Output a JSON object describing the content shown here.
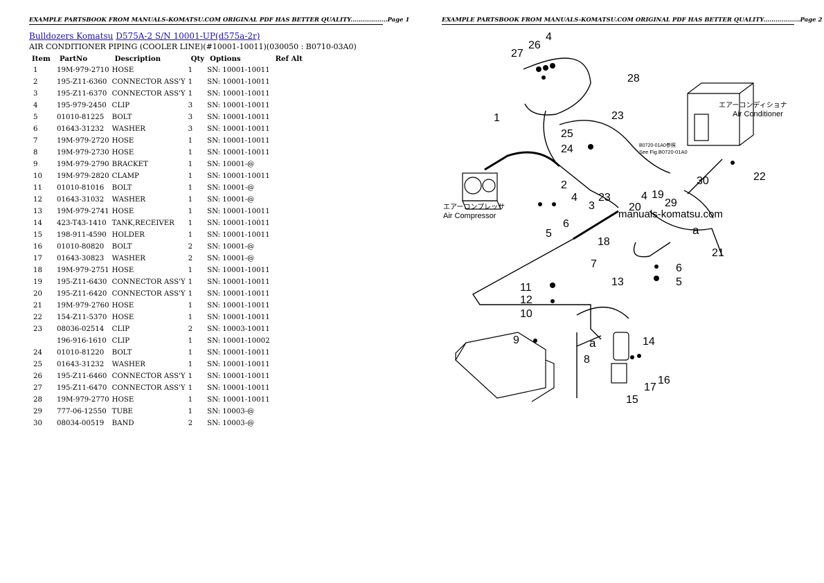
{
  "header": {
    "page1": "EXAMPLE PARTSBOOK FROM MANUALS-KOMATSU.COM ORIGINAL PDF HAS BETTER QUALITY..................Page 1",
    "page2": "EXAMPLE PARTSBOOK FROM MANUALS-KOMATSU.COM ORIGINAL PDF HAS BETTER QUALITY..................Page 2"
  },
  "breadcrumb": {
    "link1": "Bulldozers Komatsu",
    "link2": "D575A-2 S/N 10001-UP(d575a-2r)"
  },
  "subtitle": "AIR CONDITIONER PIPING (COOLER LINE)(#10001-10011)(030050 : B0710-03A0)",
  "table": {
    "headers": [
      "Item",
      "PartNo",
      "Description",
      "Qty",
      "Options",
      "Ref Alt"
    ],
    "rows": [
      [
        "1",
        "19M-979-2710",
        "HOSE",
        "1",
        "SN: 10001-10011"
      ],
      [
        "2",
        "195-Z11-6360",
        "CONNECTOR ASS'Y",
        "1",
        "SN: 10001-10011"
      ],
      [
        "3",
        "195-Z11-6370",
        "CONNECTOR ASS'Y",
        "1",
        "SN: 10001-10011"
      ],
      [
        "4",
        "195-979-2450",
        "CLIP",
        "3",
        "SN: 10001-10011"
      ],
      [
        "5",
        "01010-81225",
        "BOLT",
        "3",
        "SN: 10001-10011"
      ],
      [
        "6",
        "01643-31232",
        "WASHER",
        "3",
        "SN: 10001-10011"
      ],
      [
        "7",
        "19M-979-2720",
        "HOSE",
        "1",
        "SN: 10001-10011"
      ],
      [
        "8",
        "19M-979-2730",
        "HOSE",
        "1",
        "SN: 10001-10011"
      ],
      [
        "9",
        "19M-979-2790",
        "BRACKET",
        "1",
        "SN: 10001-@"
      ],
      [
        "10",
        "19M-979-2820",
        "CLAMP",
        "1",
        "SN: 10001-10011"
      ],
      [
        "11",
        "01010-81016",
        "BOLT",
        "1",
        "SN: 10001-@"
      ],
      [
        "12",
        "01643-31032",
        "WASHER",
        "1",
        "SN: 10001-@"
      ],
      [
        "13",
        "19M-979-2741",
        "HOSE",
        "1",
        "SN: 10001-10011"
      ],
      [
        "14",
        "423-T43-1410",
        "TANK,RECEIVER",
        "1",
        "SN: 10001-10011"
      ],
      [
        "15",
        "198-911-4590",
        "HOLDER",
        "1",
        "SN: 10001-10011"
      ],
      [
        "16",
        "01010-80820",
        "BOLT",
        "2",
        "SN: 10001-@"
      ],
      [
        "17",
        "01643-30823",
        "WASHER",
        "2",
        "SN: 10001-@"
      ],
      [
        "18",
        "19M-979-2751",
        "HOSE",
        "1",
        "SN: 10001-10011"
      ],
      [
        "19",
        "195-Z11-6430",
        "CONNECTOR ASS'Y",
        "1",
        "SN: 10001-10011"
      ],
      [
        "20",
        "195-Z11-6420",
        "CONNECTOR ASS'Y",
        "1",
        "SN: 10001-10011"
      ],
      [
        "21",
        "19M-979-2760",
        "HOSE",
        "1",
        "SN: 10001-10011"
      ],
      [
        "22",
        "154-Z11-5370",
        "HOSE",
        "1",
        "SN: 10001-10011"
      ],
      [
        "23",
        "08036-02514",
        "CLIP",
        "2",
        "SN: 10003-10011"
      ],
      [
        "",
        "196-916-1610",
        "CLIP",
        "1",
        "SN: 10001-10002"
      ],
      [
        "24",
        "01010-81220",
        "BOLT",
        "1",
        "SN: 10001-10011"
      ],
      [
        "25",
        "01643-31232",
        "WASHER",
        "1",
        "SN: 10001-10011"
      ],
      [
        "26",
        "195-Z11-6460",
        "CONNECTOR ASS'Y",
        "1",
        "SN: 10001-10011"
      ],
      [
        "27",
        "195-Z11-6470",
        "CONNECTOR ASS'Y",
        "1",
        "SN: 10001-10011"
      ],
      [
        "28",
        "19M-979-2770",
        "HOSE",
        "1",
        "SN: 10001-10011"
      ],
      [
        "29",
        "777-06-12550",
        "TUBE",
        "1",
        "SN: 10003-@"
      ],
      [
        "30",
        "08034-00519",
        "BAND",
        "2",
        "SN: 10003-@"
      ]
    ]
  },
  "diagram": {
    "labels": {
      "compressor_jp": "エアーコンプレッサ",
      "compressor_en": "Air Compressor",
      "ac_jp": "エアーコンディショナ",
      "ac_en": "Air Conditioner",
      "ref_line1": "B0720-01A0参照",
      "ref_line2": "See Fig.B0720-01A0",
      "watermark": "manuals-komatsu.com",
      "mark_a": "a"
    },
    "callouts": [
      "1",
      "2",
      "3",
      "4",
      "5",
      "6",
      "7",
      "8",
      "9",
      "10",
      "11",
      "12",
      "13",
      "14",
      "15",
      "16",
      "17",
      "18",
      "19",
      "20",
      "21",
      "22",
      "23",
      "24",
      "25",
      "26",
      "27",
      "28",
      "29",
      "30"
    ]
  }
}
